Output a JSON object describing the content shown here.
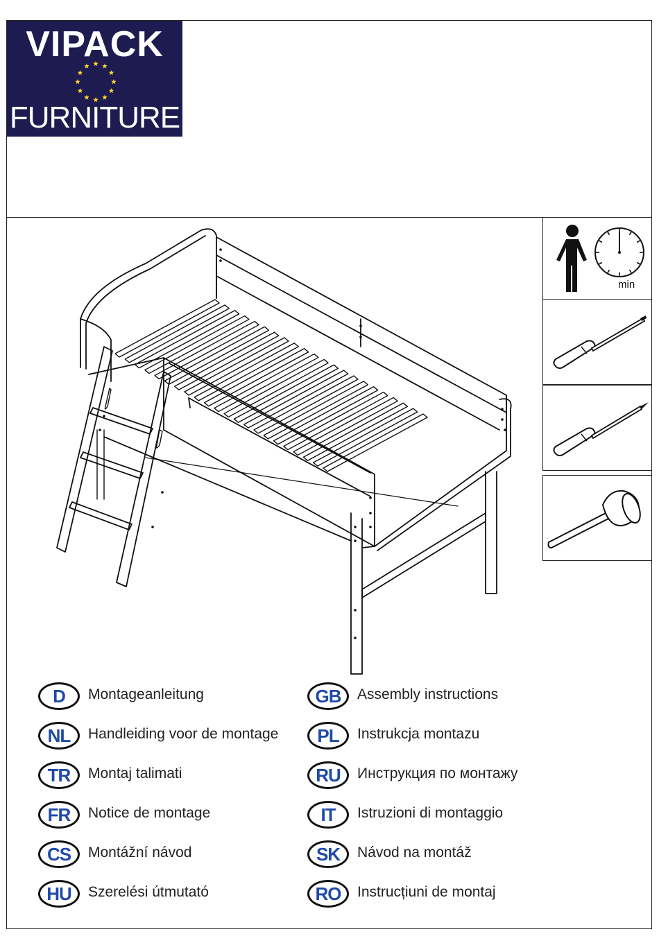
{
  "brand": {
    "name_top": "VIPACK",
    "name_bottom": "FURNITURE",
    "background_color": "#1d1b4f",
    "star_color": "#f7d22e",
    "icon": "eu-stars-icon"
  },
  "tools": {
    "time_label": "min",
    "items": [
      "person-icon",
      "clock-icon",
      "flathead-screwdriver-icon",
      "phillips-screwdriver-icon",
      "rubber-mallet-icon"
    ]
  },
  "product_illustration": "loft-bed-with-ladder-drawing",
  "languages": {
    "left": [
      {
        "code": "D",
        "label": "Montageanleitung"
      },
      {
        "code": "NL",
        "label": "Handleiding voor de montage"
      },
      {
        "code": "TR",
        "label": "Montaj talimati"
      },
      {
        "code": "FR",
        "label": "Notice de montage"
      },
      {
        "code": "CS",
        "label": "Montážní návod"
      },
      {
        "code": "HU",
        "label": "Szerelési útmutató"
      }
    ],
    "right": [
      {
        "code": "GB",
        "label": "Assembly instructions"
      },
      {
        "code": "PL",
        "label": "Instrukcja montazu"
      },
      {
        "code": "RU",
        "label": "Инструкция по монтажу"
      },
      {
        "code": "IT",
        "label": "Istruzioni di montaggio"
      },
      {
        "code": "SK",
        "label": "Návod na montáž"
      },
      {
        "code": "RO",
        "label": "Instrucțiuni de montaj"
      }
    ],
    "badge_text_color": "#1f4aa8"
  }
}
